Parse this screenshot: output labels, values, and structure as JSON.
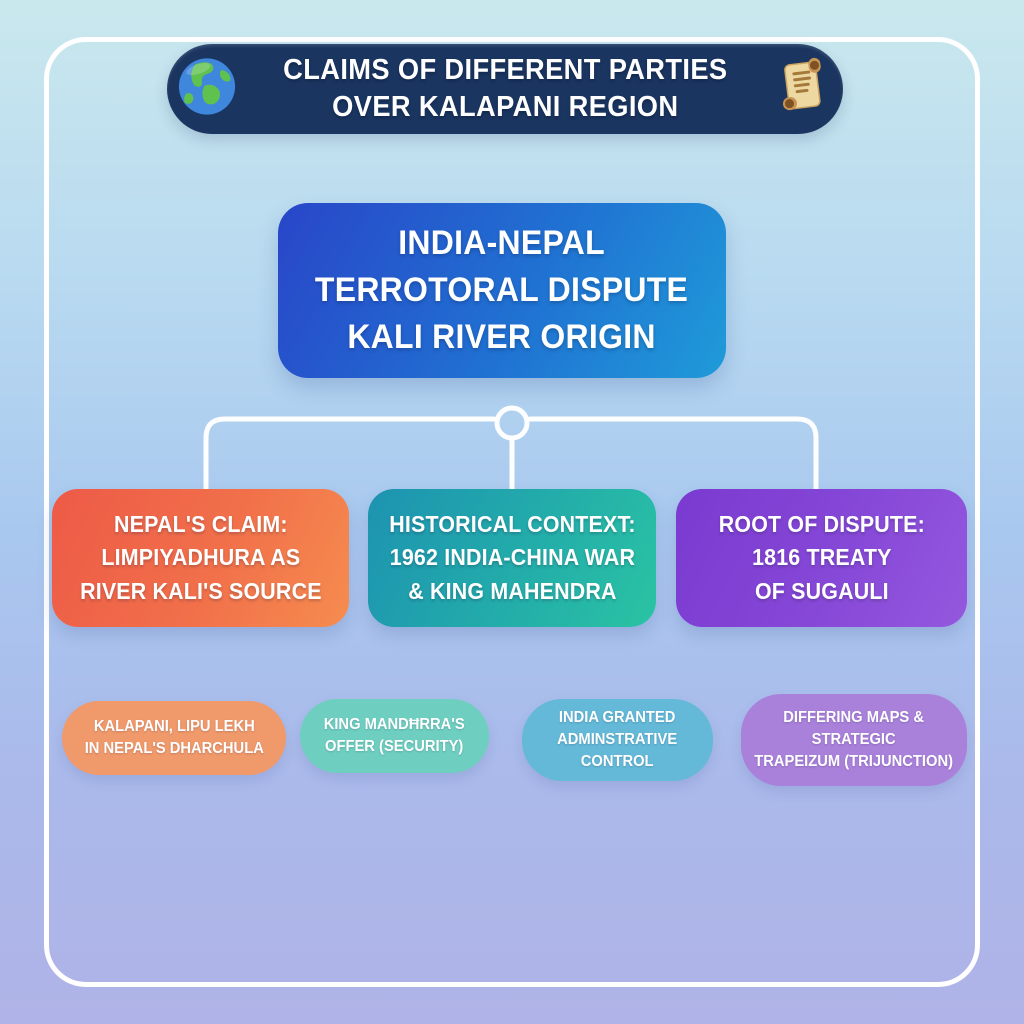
{
  "title": "Claims of Different Parties over Kalapani Region infographic",
  "background": {
    "top_color": "#c9e8ee",
    "middle_color": "#a9c8ef",
    "bottom_color": "#b0b3e7",
    "frame_border_color": "#ffffff"
  },
  "header": {
    "banner_text": "CLAIMS OF DIFFERENT PARTIES\nOVER KALAPANI REGION",
    "bg_color": "#1a3560",
    "text_color": "#ffffff",
    "left_icon": "globe-icon",
    "right_icon": "scroll-icon"
  },
  "root_node": {
    "text": "INDIA-NEPAL\nTERROTORAL DISPUTE\nKALI RIVER ORIGIN",
    "gradient_from": "#2946c9",
    "gradient_to": "#1f9bd9"
  },
  "branches": [
    {
      "id": "nepals-claim",
      "text": "NEPAL'S CLAIM:\nLIMPIYADHURA AS\nRIVER KALI'S SOURCE",
      "gradient_from": "#ed5a47",
      "gradient_to": "#f68c4f"
    },
    {
      "id": "historical-context",
      "text": "HISTORICAL CONTEXT:\n1962 INDIA-CHINA WAR\n& KING MAHENDRA",
      "gradient_from": "#1d93b1",
      "gradient_to": "#2ac3a3"
    },
    {
      "id": "root-of-dispute",
      "text": "ROOT OF DISPUTE:\n1816 TREATY\nOF SUGAULI",
      "gradient_from": "#7a3ad0",
      "gradient_to": "#9458de"
    }
  ],
  "detail_pills": [
    {
      "text": "KALAPANI, LIPU LEKH\nIN NEPAL'S DHARCHULA",
      "color": "#f0996a"
    },
    {
      "text": "KING MANDĦRRA'S\nOFFER (SECURITY)",
      "color": "#6ecfc0"
    },
    {
      "text": "INDIA GRANTED\nADMINSTRATIVE\nCONTROL",
      "color": "#63b9d7"
    },
    {
      "text": "DIFFERING MAPS &\nSTRATEGIC\nTRAPEIZUM (TRIJUNCTION)",
      "color": "#a980da"
    }
  ]
}
